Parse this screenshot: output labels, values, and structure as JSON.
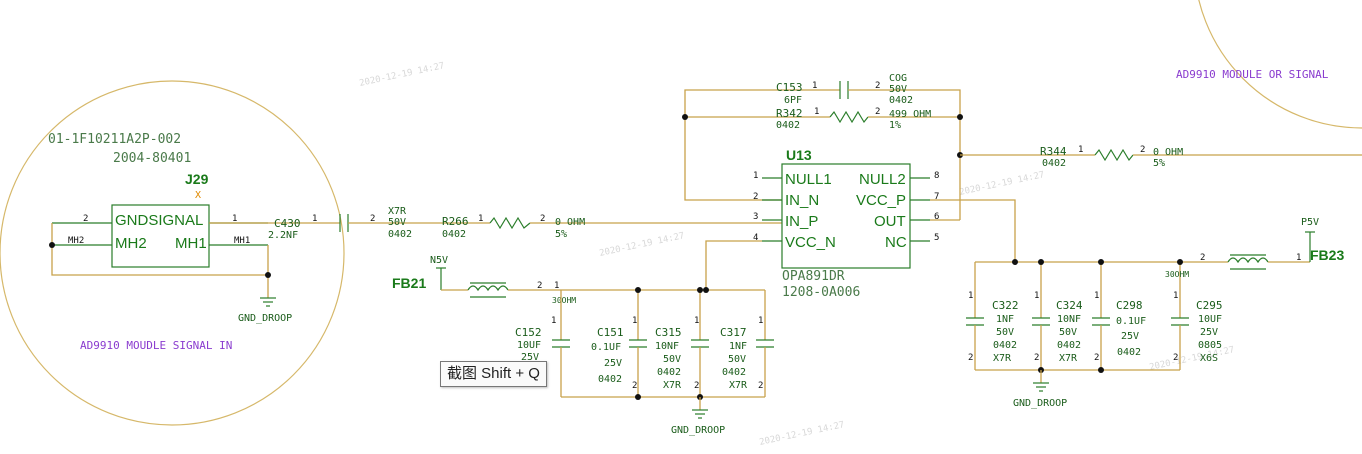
{
  "watermark": "2020-12-19 14:27",
  "left_block": {
    "part_number_1": "01-1F10211A2P-002",
    "part_number_2": "2004-80401",
    "connector": {
      "ref": "J29",
      "dnp_mark": "X",
      "pin_gnd_label": "GNDSIGNAL",
      "pin_mh2_label": "MH2",
      "pin_mh1_label": "MH1",
      "pin_2": "2",
      "pin_1": "1",
      "net_mh2": "MH2",
      "net_mh1": "MH1"
    },
    "ground_label": "GND_DROOP",
    "caption": "AD9910 MOUDLE SIGNAL IN"
  },
  "c430": {
    "ref": "C430",
    "value": "2.2NF",
    "rating": "X7R",
    "voltage": "50V",
    "package": "0402",
    "pin1": "1",
    "pin2": "2"
  },
  "r266": {
    "ref": "R266",
    "package": "0402",
    "value": "0 OHM",
    "tolerance": "5%",
    "pin1": "1",
    "pin2": "2"
  },
  "c153": {
    "ref": "C153",
    "value": "6PF",
    "dielectric": "COG",
    "voltage": "50V",
    "package": "0402",
    "pin1": "1",
    "pin2": "2"
  },
  "r342": {
    "ref": "R342",
    "package": "0402",
    "value": "499 OHM",
    "tolerance": "1%",
    "pin1": "1",
    "pin2": "2"
  },
  "r344": {
    "ref": "R344",
    "package": "0402",
    "value": "0 OHM",
    "tolerance": "5%",
    "pin1": "1",
    "pin2": "2"
  },
  "u13": {
    "ref": "U13",
    "part": "OPA891DR",
    "part_number": "1208-0A006",
    "left_pins": [
      {
        "num": "1",
        "name": "NULL1"
      },
      {
        "num": "2",
        "name": "IN_N"
      },
      {
        "num": "3",
        "name": "IN_P"
      },
      {
        "num": "4",
        "name": "VCC_N"
      }
    ],
    "right_pins": [
      {
        "num": "8",
        "name": "NULL2"
      },
      {
        "num": "7",
        "name": "VCC_P"
      },
      {
        "num": "6",
        "name": "OUT"
      },
      {
        "num": "5",
        "name": "NC"
      }
    ]
  },
  "fb21": {
    "ref": "FB21",
    "net": "N5V",
    "impedance": "30OHM",
    "pin1": "1",
    "pin2": "2"
  },
  "fb23": {
    "ref": "FB23",
    "net": "P5V",
    "impedance": "30OHM",
    "pin1": "1",
    "pin2": "2"
  },
  "neg_caps": [
    {
      "ref": "C152",
      "value": "10UF",
      "voltage": "25V",
      "package": "",
      "dielectric": ""
    },
    {
      "ref": "C151",
      "value": "0.1UF",
      "voltage": "25V",
      "package": "0402",
      "dielectric": ""
    },
    {
      "ref": "C315",
      "value": "10NF",
      "voltage": "50V",
      "package": "0402",
      "dielectric": "X7R"
    },
    {
      "ref": "C317",
      "value": "1NF",
      "voltage": "50V",
      "package": "0402",
      "dielectric": "X7R"
    }
  ],
  "pos_caps": [
    {
      "ref": "C322",
      "value": "1NF",
      "voltage": "50V",
      "package": "0402",
      "dielectric": "X7R"
    },
    {
      "ref": "C324",
      "value": "10NF",
      "voltage": "50V",
      "package": "0402",
      "dielectric": "X7R"
    },
    {
      "ref": "C298",
      "value": "0.1UF",
      "voltage": "25V",
      "package": "0402",
      "dielectric": ""
    },
    {
      "ref": "C295",
      "value": "10UF",
      "voltage": "25V",
      "package": "0805",
      "dielectric": "X6S"
    }
  ],
  "ground_label_mid": "GND_DROOP",
  "ground_label_right": "GND_DROOP",
  "right_caption": "AD9910 MODULE OR SIGNAL",
  "tooltip": "截图 Shift + Q",
  "colors": {
    "wire": "#c8a24a",
    "part": "#2a7d2a",
    "text": "#1a5c1a",
    "caption": "#8a3ccf",
    "dnp": "#e08a00"
  }
}
